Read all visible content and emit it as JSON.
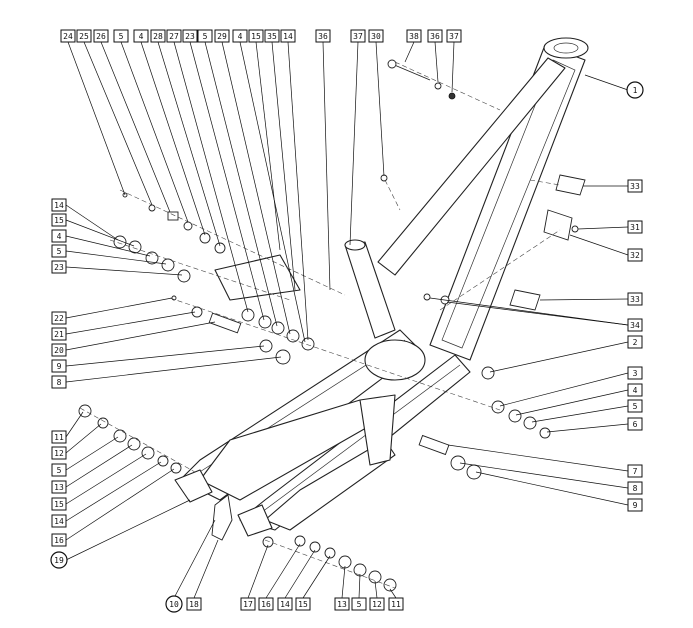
{
  "callouts": {
    "top_row_left": [
      "24",
      "25",
      "26",
      "5",
      "4",
      "28",
      "27",
      "23",
      "5",
      "29",
      "4",
      "15",
      "35",
      "14"
    ],
    "top_row_mid": [
      "36",
      "37",
      "30"
    ],
    "top_row_right": [
      "38",
      "36",
      "37"
    ],
    "left_column_upper": [
      "14",
      "15",
      "4",
      "5",
      "23"
    ],
    "left_column_middle": [
      "22",
      "21",
      "20",
      "9",
      "8"
    ],
    "left_column_lower": [
      "11",
      "12",
      "5",
      "13",
      "15",
      "14",
      "16"
    ],
    "right_column_upper": [
      "33",
      "31",
      "32",
      "33",
      "34",
      "2"
    ],
    "right_column_lower": [
      "3",
      "4",
      "5",
      "6",
      "7",
      "8",
      "9"
    ],
    "bottom_row": [
      "18",
      "17",
      "16",
      "14",
      "15",
      "13",
      "5",
      "12",
      "11"
    ],
    "circled": [
      "1",
      "19",
      "10"
    ]
  }
}
